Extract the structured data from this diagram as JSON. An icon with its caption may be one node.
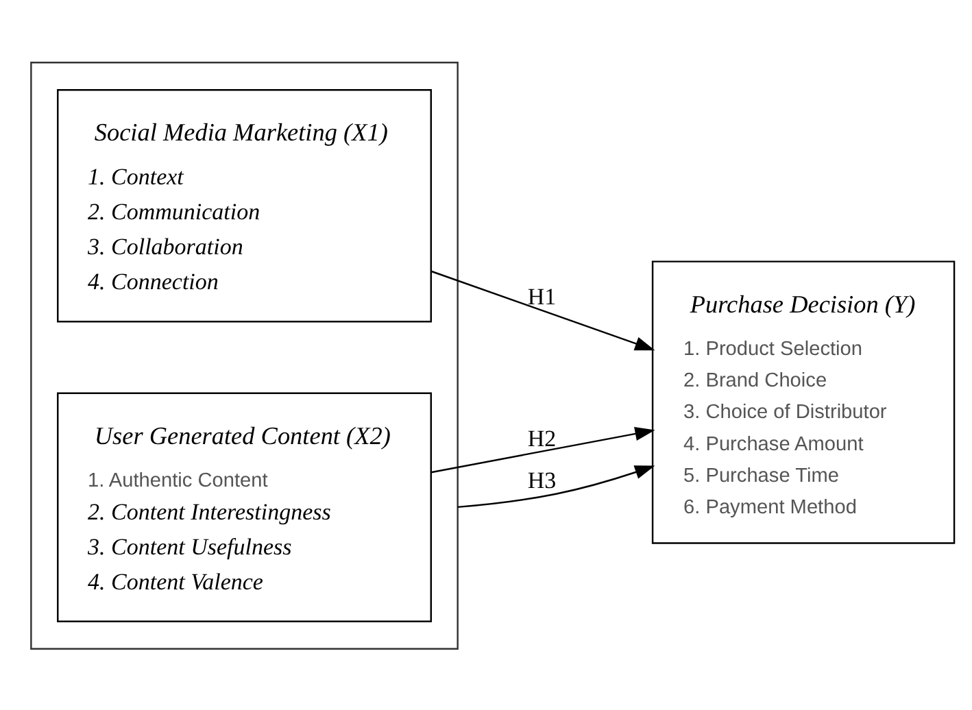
{
  "diagram": {
    "nodes": [
      {
        "text": [],
        "shape": "box"
      },
      {
        "text": [
          "Social Media Marketing (X1)",
          "1. Context",
          "2. Communication",
          "3. Collaboration",
          "4. Connection"
        ],
        "in": 0
      },
      {
        "text": [
          "User Generated Content (X2)",
          "1. Authentic Content",
          "2. Content Interestingness",
          "3. Content Usefulness",
          "4. Content Valence"
        ],
        "in": 0
      },
      {
        "text": [
          "Purchase Decision (Y)",
          "1. Product Selection",
          "2. Brand Choice",
          "3. Choice of Distributor",
          "4. Purchase Amount",
          "5. Purchase Time",
          "6. Payment Method"
        ]
      }
    ],
    "edges": [
      {
        "from": 1,
        "to": 3,
        "arrow": "to",
        "label": "H1"
      },
      {
        "from": 2,
        "to": 3,
        "arrow": "to",
        "label": "H2"
      },
      {
        "from": 0,
        "to": 3,
        "arrow": "to",
        "label": "H3"
      }
    ]
  }
}
